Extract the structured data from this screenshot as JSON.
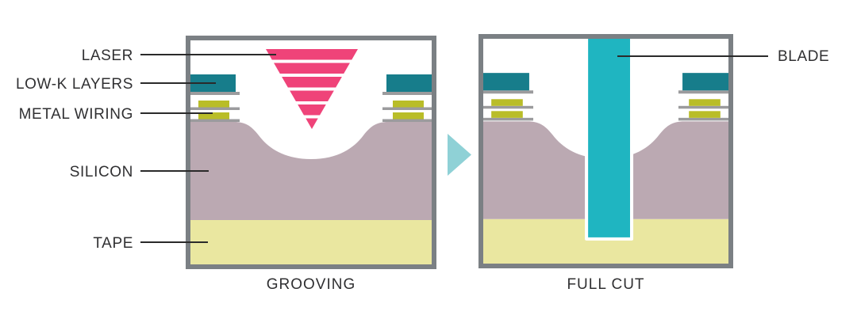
{
  "labels": {
    "laser": "LASER",
    "low_k": "LOW-K LAYERS",
    "metal_wiring": "METAL WIRING",
    "silicon": "SILICON",
    "tape": "TAPE",
    "blade": "BLADE"
  },
  "captions": {
    "left": "GROOVING",
    "right": "FULL CUT"
  },
  "colors": {
    "laser_pink": "#ef4379",
    "low_k_teal": "#177d8b",
    "metal_yellow": "#b9bd28",
    "silicon_mauve": "#bba9b2",
    "tape_yellow": "#eae7a0",
    "blade_cyan": "#1fb5c1",
    "panel_border_gray": "#7b8084",
    "layer_line_gray": "#9b9b9d",
    "arrow_aqua": "#8fd1d6",
    "leader_line_black": "#2a2a2a",
    "text_dark": "#303032"
  }
}
